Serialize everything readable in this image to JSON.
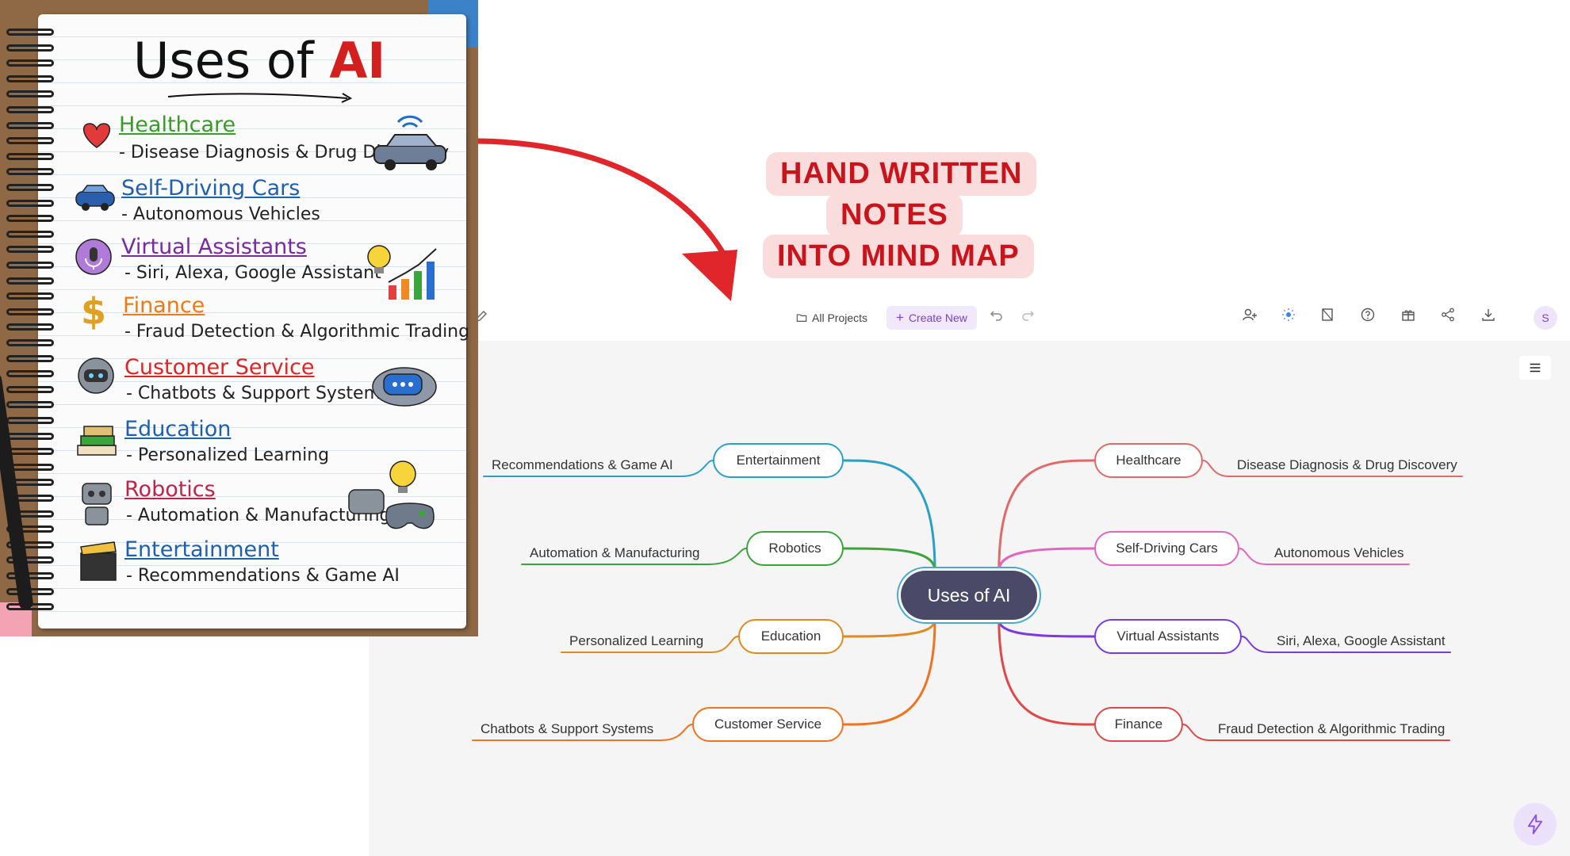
{
  "notebook": {
    "title_prefix": "Uses of",
    "title_accent": "AI",
    "items": [
      {
        "heading": "Healthcare",
        "detail": "- Disease Diagnosis & Drug Discovery",
        "color": "#3a9a2a"
      },
      {
        "heading": "Self-Driving Cars",
        "detail": "- Autonomous Vehicles",
        "color": "#1f5fb0"
      },
      {
        "heading": "Virtual Assistants",
        "detail": "- Siri, Alexa, Google Assistant",
        "color": "#7a2aa0"
      },
      {
        "heading": "Finance",
        "detail": "- Fraud Detection & Algorithmic Trading",
        "color": "#f07a12"
      },
      {
        "heading": "Customer Service",
        "detail": "- Chatbots & Support Systems",
        "color": "#e02424"
      },
      {
        "heading": "Education",
        "detail": "- Personalized Learning",
        "color": "#1f5fb0"
      },
      {
        "heading": "Robotics",
        "detail": "- Automation & Manufacturing",
        "color": "#c0224a"
      },
      {
        "heading": "Entertainment",
        "detail": "- Recommendations & Game AI",
        "color": "#1f5fb0"
      }
    ]
  },
  "headline": {
    "line1": "HAND WRITTEN",
    "line2": "NOTES",
    "line3": "INTO MIND MAP"
  },
  "toolbar": {
    "all_projects": "All Projects",
    "create_new": "Create New",
    "avatar_initial": "S"
  },
  "mindmap": {
    "root": "Uses of AI",
    "left": [
      {
        "branch": "Entertainment",
        "leaf": "Recommendations & Game AI",
        "color": "#2aa0c8"
      },
      {
        "branch": "Robotics",
        "leaf": "Automation & Manufacturing",
        "color": "#3aa53a"
      },
      {
        "branch": "Education",
        "leaf": "Personalized Learning",
        "color": "#e08a20"
      },
      {
        "branch": "Customer Service",
        "leaf": "Chatbots & Support Systems",
        "color": "#f07420"
      }
    ],
    "right": [
      {
        "branch": "Healthcare",
        "leaf": "Disease Diagnosis & Drug Discovery",
        "color": "#e06a6a"
      },
      {
        "branch": "Self-Driving Cars",
        "leaf": "Autonomous Vehicles",
        "color": "#e066c0"
      },
      {
        "branch": "Virtual Assistants",
        "leaf": "Siri, Alexa, Google Assistant",
        "color": "#7a3ae0"
      },
      {
        "branch": "Finance",
        "leaf": "Fraud Detection & Algorithmic Trading",
        "color": "#e04848"
      }
    ]
  },
  "colors": {
    "headline_text": "#c9141b",
    "headline_bg": "#fbdcdc",
    "arrow": "#e0262a",
    "root_bg": "#4a4a68",
    "accent": "#7b3fd6"
  }
}
